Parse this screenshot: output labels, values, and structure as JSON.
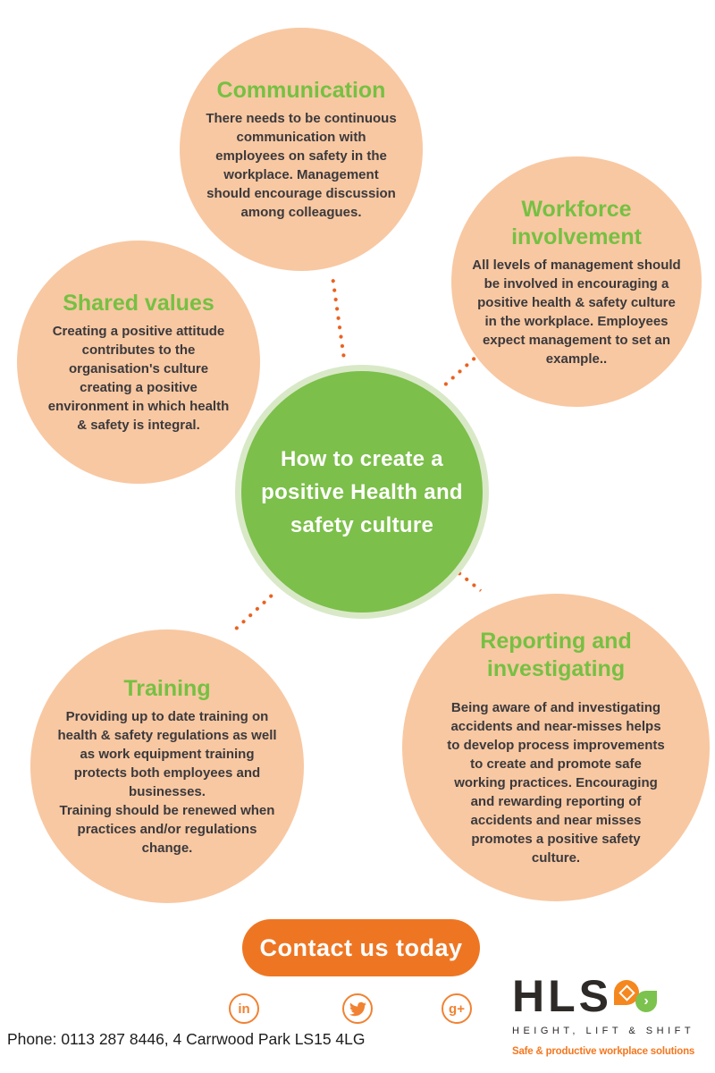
{
  "colors": {
    "peach": "#f8c8a2",
    "center_green": "#7cbf4a",
    "center_ring": "#d9e9c8",
    "heading_green": "#76c043",
    "body_text": "#3b393c",
    "dot_orange": "#e9611e",
    "button_orange": "#ee7623",
    "social_orange": "#f18232",
    "logo_dark": "#2d2a28",
    "logo_orange": "#f4771f",
    "logo_green": "#7cc24e"
  },
  "center": {
    "title": "How to create a\npositive Health and\nsafety culture"
  },
  "circles": [
    {
      "title": "Communication",
      "body": "There needs to be continuous\ncommunication with\nemployees on safety in the\nworkplace. Management\nshould encourage discussion\namong colleagues."
    },
    {
      "title": "Workforce\ninvolvement",
      "body": "All levels of management should\nbe involved in encouraging a\npositive health & safety culture\nin the workplace. Employees\nexpect management to set an\nexample.."
    },
    {
      "title": "Shared values",
      "body": "Creating a positive attitude\ncontributes to the\norganisation's culture\ncreating a positive\nenvironment in which health\n& safety is integral."
    },
    {
      "title": "Training",
      "body": "Providing up to date training on\nhealth & safety regulations as well\nas work equipment training\nprotects both employees and\nbusinesses.\nTraining should be renewed when\npractices and/or regulations\nchange."
    },
    {
      "title": "Reporting and\ninvestigating",
      "body": "Being aware of and investigating\naccidents and near-misses helps\nto develop process improvements\nto create and promote safe\nworking practices. Encouraging\nand rewarding reporting of\naccidents and near misses\npromotes a positive safety\nculture."
    }
  ],
  "contact": {
    "label": "Contact us today"
  },
  "social": {
    "linkedin_glyph": "in",
    "twitter_icon": "twitter-bird-icon",
    "gplus_glyph": "g+"
  },
  "logo": {
    "name": "HLS",
    "subtitle": "HEIGHT, LIFT & SHIFT",
    "tagline": "Safe & productive workplace solutions",
    "pin_chevron": "›"
  },
  "footer": {
    "phone_address": "Phone: 0113 287 8446, 4 Carrwood Park LS15 4LG"
  }
}
